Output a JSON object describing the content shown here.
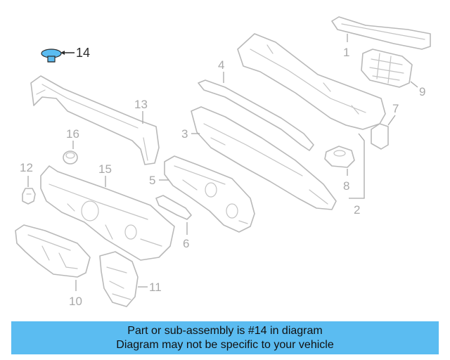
{
  "diagram": {
    "highlight_color": "#5bbcf1",
    "highlighted_part": "14",
    "callouts": [
      "1",
      "2",
      "3",
      "4",
      "5",
      "6",
      "7",
      "8",
      "9",
      "10",
      "11",
      "12",
      "13",
      "14",
      "15",
      "16"
    ]
  },
  "banner": {
    "line1": "Part or sub-assembly is #14 in diagram",
    "line2": "Diagram may not be specific to your vehicle",
    "background": "#5bbcf1"
  }
}
